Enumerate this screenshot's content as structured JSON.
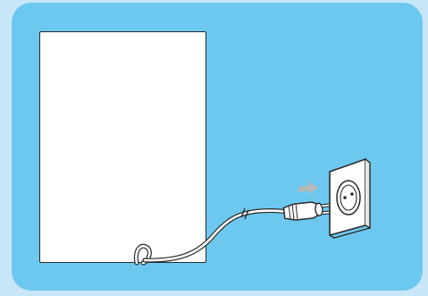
{
  "scene": {
    "background_color": "#c8e6f8",
    "panel_color": "#6dc8ef",
    "paper_color": "#ffffff",
    "outline_color": "#2a2a2a",
    "arrow_color": "#b8b8b8",
    "icons": [
      "appliance-panel",
      "power-cord",
      "power-plug",
      "wall-socket",
      "insert-arrow-icon"
    ]
  }
}
